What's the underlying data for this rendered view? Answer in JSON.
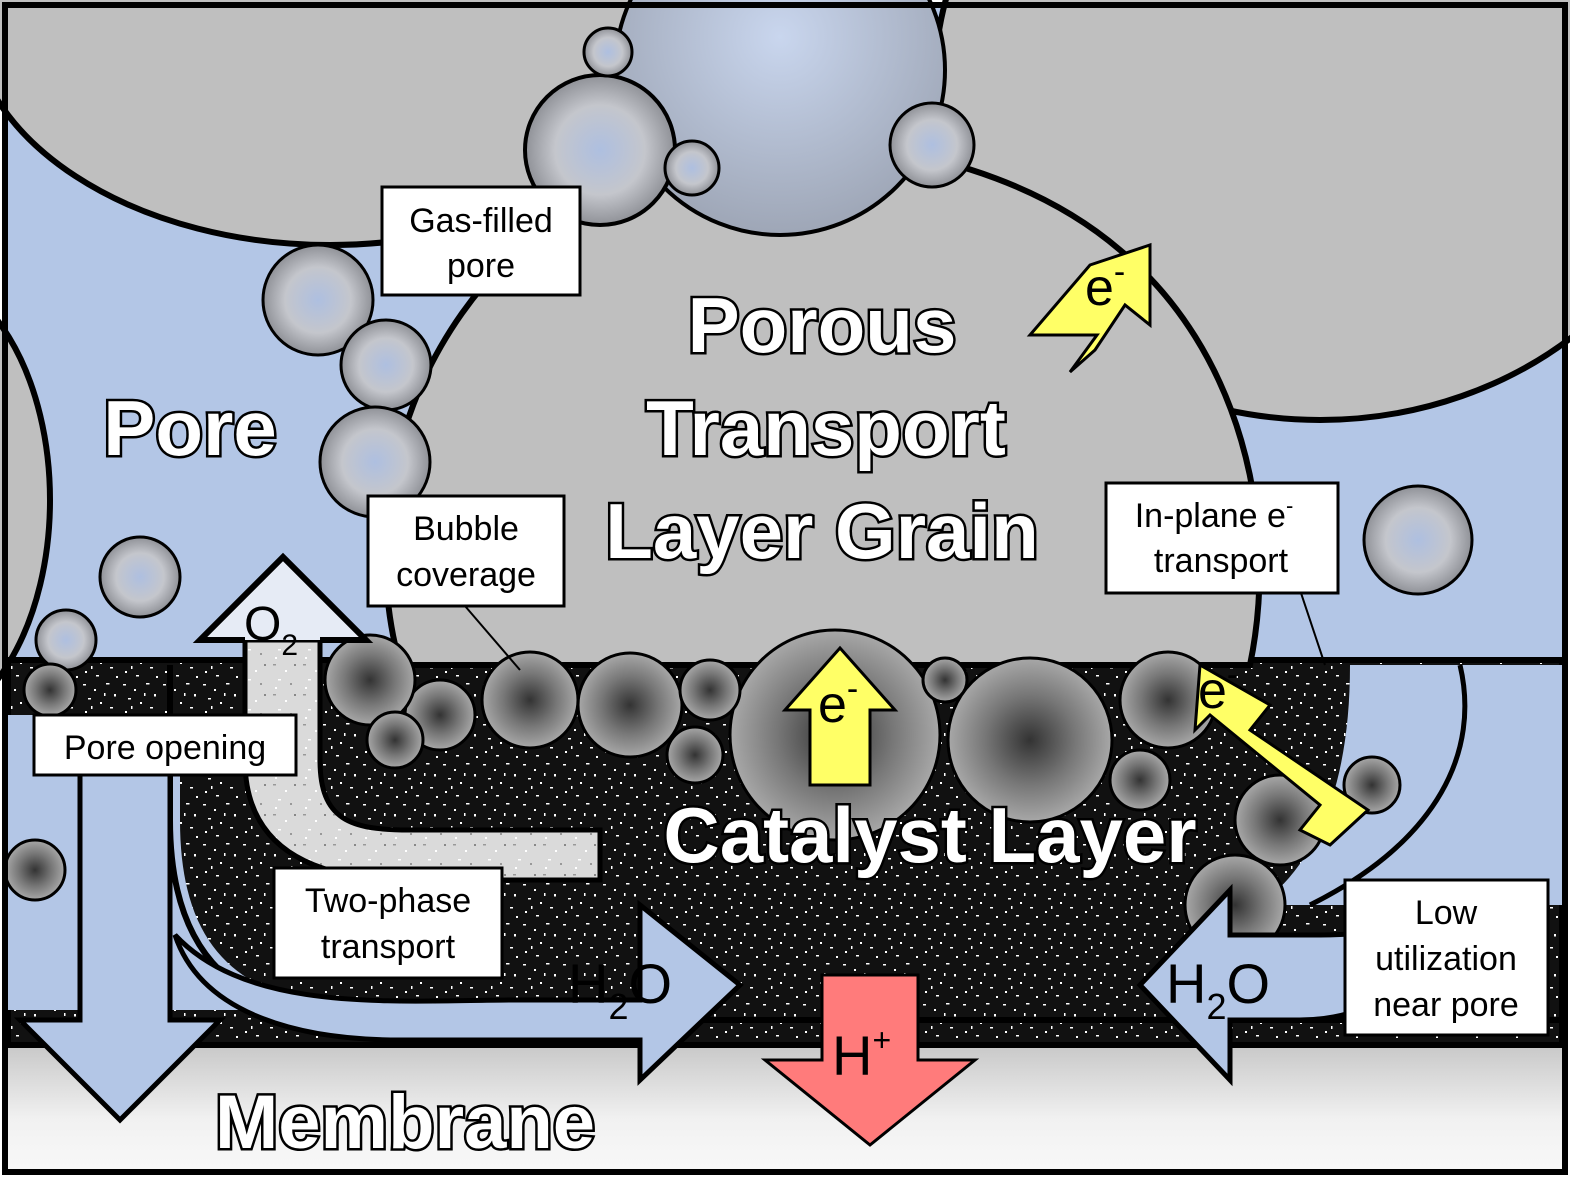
{
  "colors": {
    "pore_blue": "#b3c6e6",
    "grain_gray": "#bfbfbf",
    "catalyst_black": "#111111",
    "membrane_white": "#eeeeee",
    "electron_yellow": "#ffff66",
    "proton_red": "#ff7b7b",
    "outline": "#000000"
  },
  "labels": {
    "porous_line1": "Porous",
    "porous_line2": "Transport",
    "porous_line3": "Layer Grain",
    "pore": "Pore",
    "catalyst_layer": "Catalyst Layer",
    "membrane": "Membrane"
  },
  "callouts": {
    "gas_filled_1": "Gas-filled",
    "gas_filled_2": "pore",
    "bubble_cov_1": "Bubble",
    "bubble_cov_2": "coverage",
    "in_plane_1": "In-plane e",
    "in_plane_sup": "-",
    "in_plane_2": "transport",
    "pore_opening": "Pore opening",
    "two_phase_1": "Two-phase",
    "two_phase_2": "transport",
    "low_util_1": "Low",
    "low_util_2": "utilization",
    "low_util_3": "near pore"
  },
  "arrows": {
    "o2": "O",
    "o2_sub": "2",
    "h2o_left": "H",
    "h2o_left_sub": "2",
    "h2o_left_tail": "O",
    "h2o_right": "H",
    "h2o_right_sub": "2",
    "h2o_right_tail": "O",
    "h_plus": "H",
    "h_plus_sup": "+",
    "e_top": "e",
    "e_top_sup": "-",
    "e_center": "e",
    "e_center_sup": "-",
    "e_right": "e",
    "e_right_sup": "-"
  },
  "icons": {
    "bubble": "gas-bubble-icon",
    "electron_arrow": "arrow-up-icon",
    "water_arrow": "arrow-right-icon",
    "proton_arrow": "arrow-down-icon"
  }
}
